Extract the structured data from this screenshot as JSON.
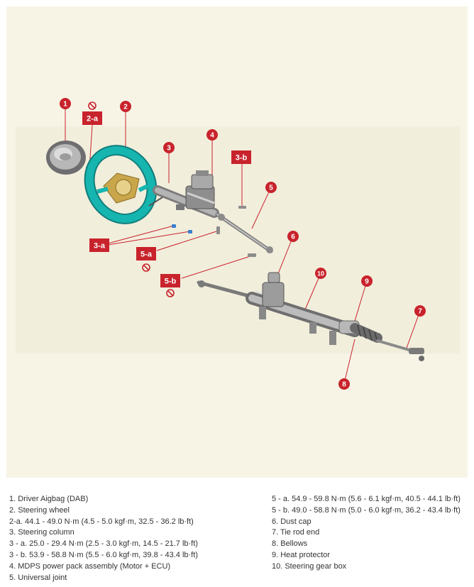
{
  "callouts": {
    "c1": "1",
    "c2": "2",
    "c3": "3",
    "c4": "4",
    "c5": "5",
    "c6": "6",
    "c7": "7",
    "c8": "8",
    "c9": "9",
    "c10": "10",
    "t2a": "2-a",
    "t3a": "3-a",
    "t3b": "3-b",
    "t5a": "5-a",
    "t5b": "5-b"
  },
  "colors": {
    "callout_red": "#c8232c",
    "wheel_teal": "#16b5b0",
    "gold": "#c9a64a",
    "metal": "#9a9a9a",
    "background": "#f7f4e6"
  },
  "icons": [
    "no-reuse-icon"
  ],
  "legend": {
    "left": [
      "1. Driver Aigbag (DAB)",
      "2. Steering wheel",
      "2-a. 44.1 - 49.0 N·m (4.5 - 5.0 kgf·m, 32.5 - 36.2 lb·ft)",
      "3. Steering column",
      "3 - a. 25.0 - 29.4 N·m (2.5 - 3.0 kgf·m, 14.5 - 21.7 lb·ft)",
      "3 - b. 53.9 - 58.8 N·m (5.5 - 6.0 kgf·m, 39.8 - 43.4 lb·ft)",
      "4. MDPS power pack assembly (Motor + ECU)",
      "5. Universal joint"
    ],
    "right": [
      "5 - a. 54.9 - 59.8 N·m (5.6 - 6.1 kgf·m, 40.5 - 44.1 lb·ft)",
      "5 - b. 49.0 - 58.8 N·m (5.0 - 6.0 kgf·m, 36.2 - 43.4 lb·ft)",
      "6. Dust cap",
      "7. Tie rod end",
      "8. Bellows",
      "9. Heat protector",
      "10. Steering gear box"
    ]
  }
}
